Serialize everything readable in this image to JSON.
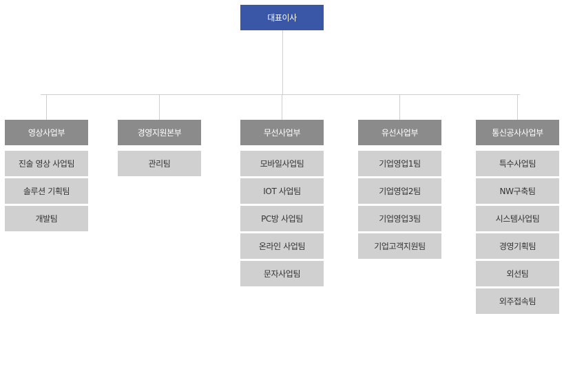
{
  "top": {
    "label": "대표이사"
  },
  "divisions": [
    {
      "label": "영상사업부",
      "teams": [
        "진술 영상 사업팀",
        "솔루션 기획팀",
        "개발팀"
      ]
    },
    {
      "label": "경영지원본부",
      "teams": [
        "관리팀"
      ]
    },
    {
      "label": "무선사업부",
      "teams": [
        "모바일사업팀",
        "IOT 사업팀",
        "PC방 사업팀",
        "온라인 사업팀",
        "문자사업팀"
      ]
    },
    {
      "label": "유선사업부",
      "teams": [
        "기업영업1팀",
        "기업영업2팀",
        "기업영업3팀",
        "기업고객지원팀"
      ]
    },
    {
      "label": "통신공사사업부",
      "teams": [
        "특수사업팀",
        "NW구축팀",
        "시스템사업팀",
        "경영기획팀",
        "외선팀",
        "외주접속팀"
      ]
    }
  ],
  "colors": {
    "top_fill": "#3a56a7",
    "division_fill": "#8b8b8b",
    "team_fill": "#d0d0d0",
    "connector": "#cfcfcf"
  }
}
